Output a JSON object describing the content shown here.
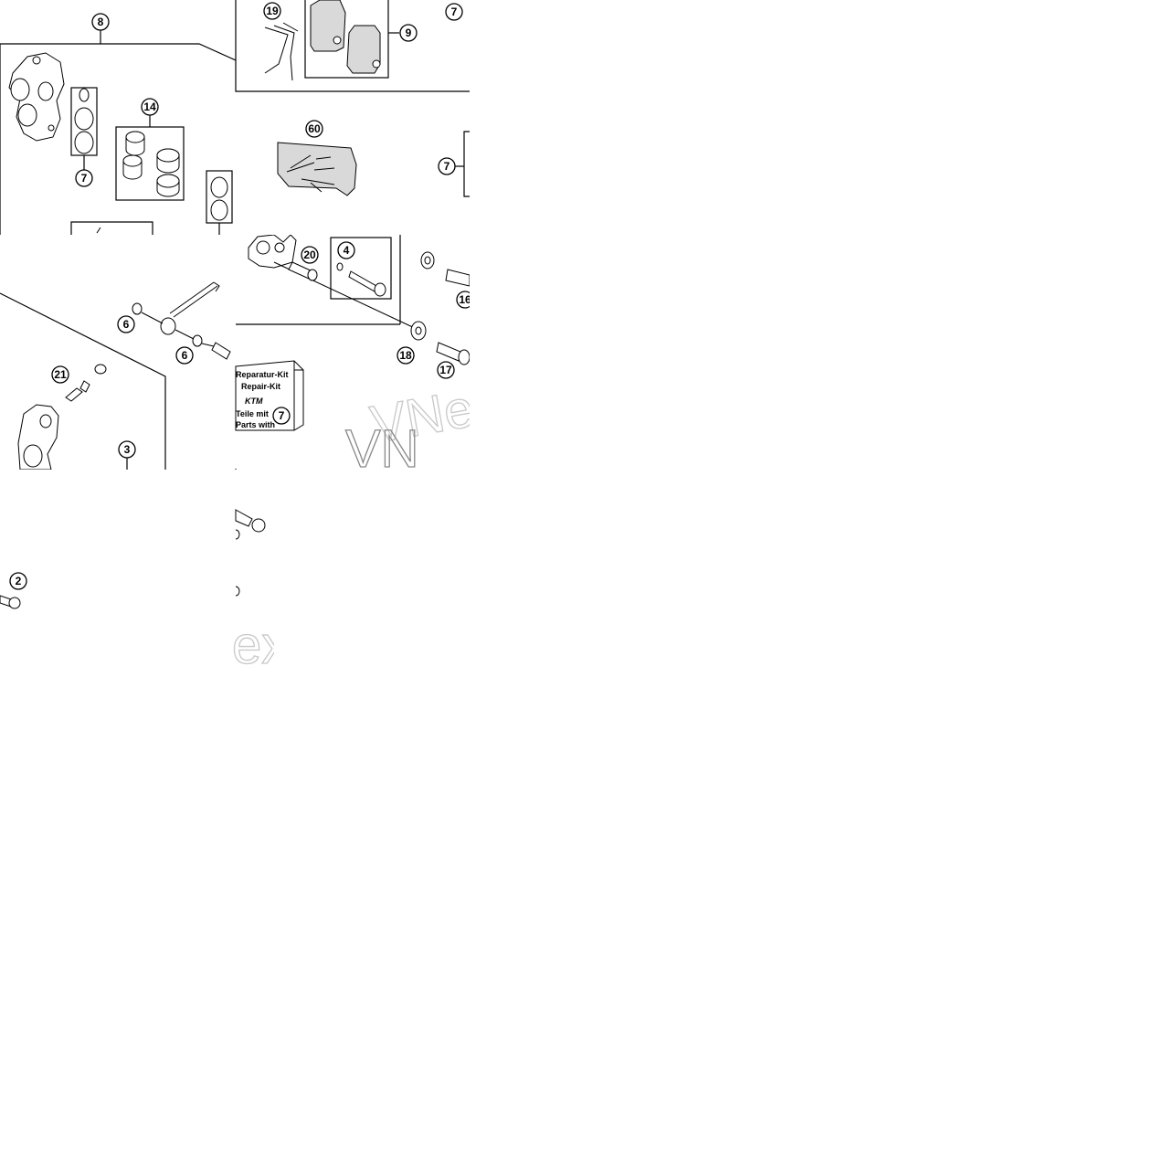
{
  "callouts": {
    "c8": "8",
    "c19": "19",
    "c9": "9",
    "c7_top": "7",
    "c14": "14",
    "c7_left": "7",
    "c60": "60",
    "c7_right": "7",
    "c20": "20",
    "c4": "4",
    "c16": "16",
    "c18": "18",
    "c17": "17",
    "c6_a": "6",
    "c6_b": "6",
    "c21": "21",
    "c3": "3",
    "c2": "2"
  },
  "repair_kit": {
    "line1": "Reparatur-Kit",
    "line2": "Repair-Kit",
    "logo": "KTM",
    "line3": "Teile mit",
    "line4": "Parts with",
    "callout": "7"
  },
  "watermark": {
    "text_b": "VNe",
    "text_b2": "VN",
    "text_c": "ex"
  }
}
